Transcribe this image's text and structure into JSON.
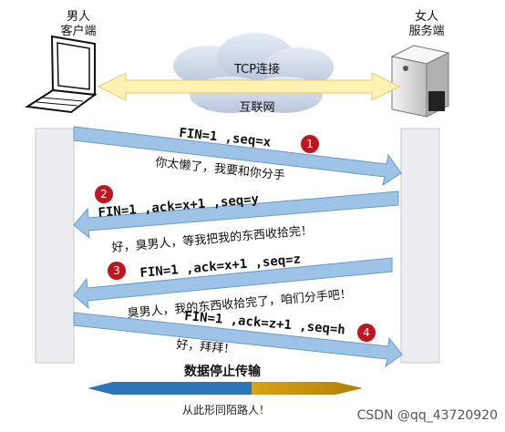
{
  "client": {
    "line1": "男人",
    "line2": "客户端"
  },
  "server": {
    "line1": "女人",
    "line2": "服务端"
  },
  "connection": {
    "top": "TCP连接",
    "bottom": "互联网"
  },
  "steps": [
    {
      "num": "1",
      "frame": "FIN=1 ,seq=x",
      "note": "你太懒了，我要和你分手"
    },
    {
      "num": "2",
      "frame": "FIN=1 ,ack=x+1 ,seq=y",
      "note": "好，臭男人，等我把我的东西收拾完！"
    },
    {
      "num": "3",
      "frame": "FIN=1 ,ack=x+1 ,seq=z",
      "note": "臭男人，我的东西收拾完了，咱们分手吧！"
    },
    {
      "num": "4",
      "frame": "FIN=1 ,ack=z+1 ,seq=h",
      "note": "好，拜拜！"
    }
  ],
  "footer": {
    "title": "数据停止传输",
    "subtitle": "从此形同陌路人！"
  },
  "watermark": "CSDN @qq_43720920",
  "colors": {
    "arrow": "#9DC3E6",
    "arrowStroke": "#6A9BCB",
    "circle": "#C0161E",
    "band": "#ECEDF1"
  }
}
